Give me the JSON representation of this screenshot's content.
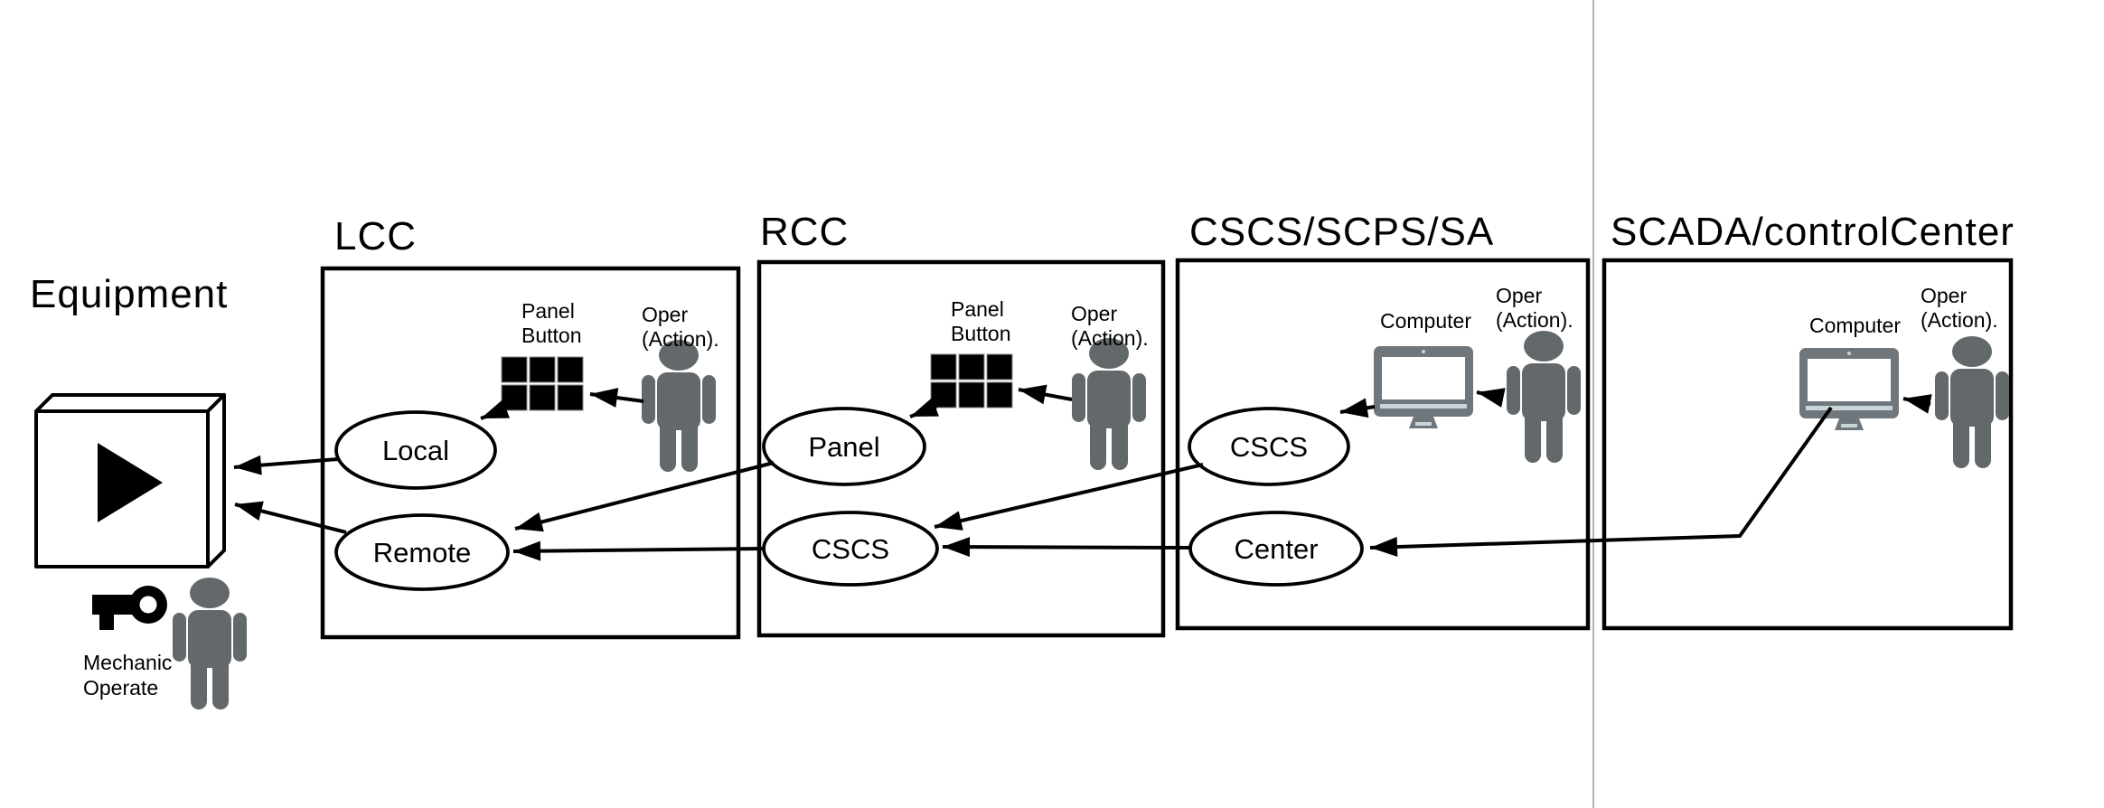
{
  "titles": {
    "equipment": "Equipment",
    "lcc": "LCC",
    "rcc": "RCC",
    "cscs": "CSCS/SCPS/SA",
    "scada": "SCADA/controlCenter"
  },
  "nodes": {
    "lcc_local": "Local",
    "lcc_remote": "Remote",
    "rcc_panel": "Panel",
    "rcc_cscs": "CSCS",
    "cscs_cscs": "CSCS",
    "cscs_center": "Center"
  },
  "labels": {
    "panel_button_line1": "Panel",
    "panel_button_line2": "Button",
    "oper_line1": "Oper",
    "oper_line2": "(Action).",
    "computer": "Computer",
    "mechanic_line1": "Mechanic",
    "mechanic_line2": "Operate"
  },
  "icons": {
    "person": "operator-person-icon",
    "panel_button_grid": "panel-button-grid-icon",
    "computer": "computer-monitor-icon",
    "key": "mechanic-key-icon",
    "play": "play-triangle-icon",
    "equipment_box": "equipment-3d-box"
  },
  "connections": [
    {
      "from": "LCC Local",
      "to": "Equipment"
    },
    {
      "from": "LCC Remote",
      "to": "Equipment"
    },
    {
      "from": "LCC Oper",
      "to": "LCC Panel Button"
    },
    {
      "from": "LCC Panel Button",
      "to": "LCC Local"
    },
    {
      "from": "RCC Panel",
      "to": "LCC Remote"
    },
    {
      "from": "RCC CSCS",
      "to": "LCC Remote"
    },
    {
      "from": "RCC Oper",
      "to": "RCC Panel Button"
    },
    {
      "from": "RCC Panel Button",
      "to": "RCC Panel"
    },
    {
      "from": "CSCS/SCPS/SA CSCS",
      "to": "RCC CSCS"
    },
    {
      "from": "CSCS/SCPS/SA Center",
      "to": "RCC CSCS"
    },
    {
      "from": "CSCS/SCPS/SA Oper",
      "to": "CSCS/SCPS/SA Computer"
    },
    {
      "from": "CSCS/SCPS/SA Computer",
      "to": "CSCS/SCPS/SA CSCS"
    },
    {
      "from": "SCADA Oper",
      "to": "SCADA Computer"
    },
    {
      "from": "SCADA Computer",
      "to": "CSCS/SCPS/SA Center"
    }
  ],
  "colors": {
    "person_gray": "#63686b",
    "computer_gray": "#6f777d",
    "computer_accent": "#c9d4d8",
    "line_black": "#000000",
    "divider_gray": "#9a9a9a",
    "background": "#ffffff"
  }
}
